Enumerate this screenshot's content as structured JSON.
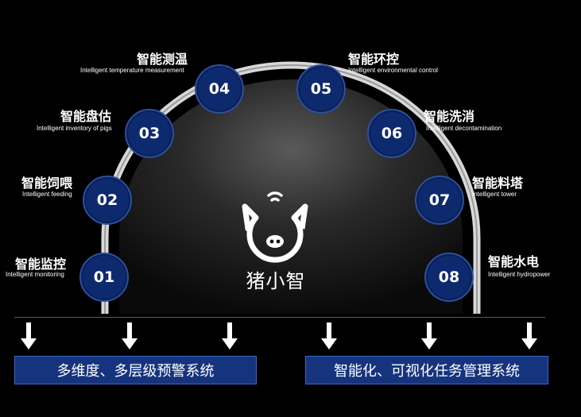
{
  "brand": {
    "name": "猪小智"
  },
  "nodes": [
    {
      "num": "01",
      "cn": "智能监控",
      "en": "Intelligent monitoring"
    },
    {
      "num": "02",
      "cn": "智能饲喂",
      "en": "Intelligent feeding"
    },
    {
      "num": "03",
      "cn": "智能盘估",
      "en": "Intelligent inventory of pigs"
    },
    {
      "num": "04",
      "cn": "智能测温",
      "en": "Intelligent temperature measurement"
    },
    {
      "num": "05",
      "cn": "智能环控",
      "en": "Intelligent environmental control"
    },
    {
      "num": "06",
      "cn": "智能洗消",
      "en": "Intelligent decontamination"
    },
    {
      "num": "07",
      "cn": "智能料塔",
      "en": "Intelligent tower"
    },
    {
      "num": "08",
      "cn": "智能水电",
      "en": "Intelligent hydropower"
    }
  ],
  "banners": {
    "left": "多维度、多层级预警系统",
    "right": "智能化、可视化任务管理系统"
  },
  "colors": {
    "background": "#000000",
    "node_fill": "#0e2a6e",
    "banner_fill": "#16347e",
    "ring": "#d8d8d8"
  },
  "icons": {
    "logo": "pig-wifi-logo",
    "arrow": "arrow-down-icon"
  }
}
